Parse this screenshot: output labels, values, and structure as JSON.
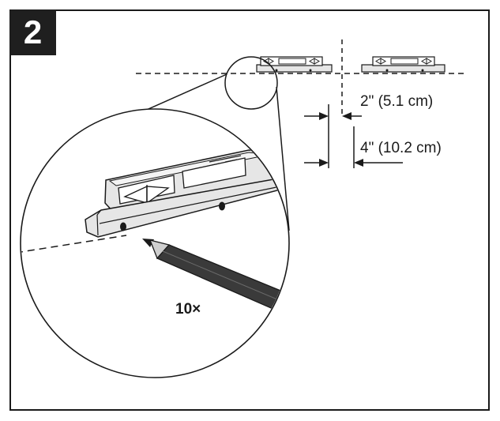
{
  "step": {
    "number": "2"
  },
  "dimensions": {
    "inner_gap": "2\" (5.1 cm)",
    "outer_gap": "4\" (10.2 cm)"
  },
  "quantity": "10×",
  "colors": {
    "line": "#1a1a1a",
    "bracket_fill": "#e6e6e6",
    "pencil_body": "#3a3a3a",
    "background": "#ffffff"
  }
}
